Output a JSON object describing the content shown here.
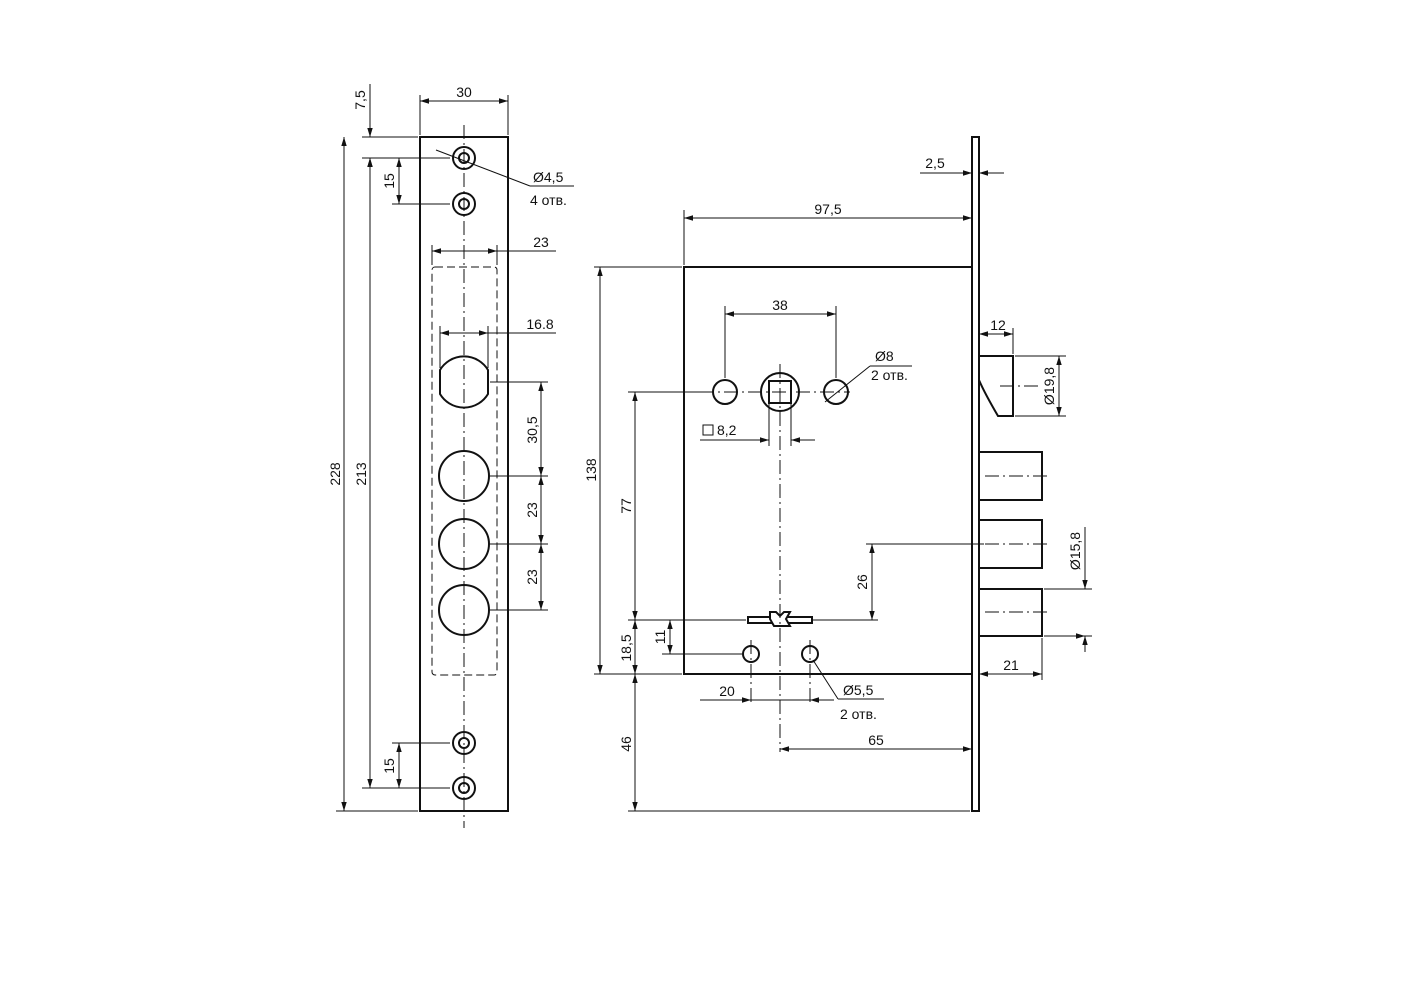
{
  "colors": {
    "line": "#111111",
    "background": "#ffffff"
  },
  "faceplate": {
    "dims": {
      "width": "30",
      "top_offset": "7,5",
      "total_length": "228",
      "hole_span": "213",
      "hole_pitch_top": "15",
      "hole_pitch_bottom": "15",
      "cutout_width": "23",
      "latch_width": "16.8",
      "latch_to_bolt": "30,5",
      "bolt_pitch_1": "23",
      "bolt_pitch_2": "23"
    },
    "hole_note": {
      "diameter": "Ø4,5",
      "count": "4 отв."
    }
  },
  "body": {
    "dims": {
      "backset": "97,5",
      "plate_thickness": "2,5",
      "height": "138",
      "spindle_height": "77",
      "key_height": "18,5",
      "bottom_offset": "46",
      "pin_pitch": "38",
      "square": "8,2",
      "latch_projection": "12",
      "latch_dia": "Ø19,8",
      "bolt_dia": "Ø15,8",
      "bolt_to_key": "26",
      "key_to_holes": "11",
      "bolt_projection": "21",
      "hole_pitch": "20",
      "key_backset": "65"
    },
    "pin_note": {
      "diameter": "Ø8",
      "count": "2 отв."
    },
    "hole_note": {
      "diameter": "Ø5,5",
      "count": "2 отв."
    }
  }
}
